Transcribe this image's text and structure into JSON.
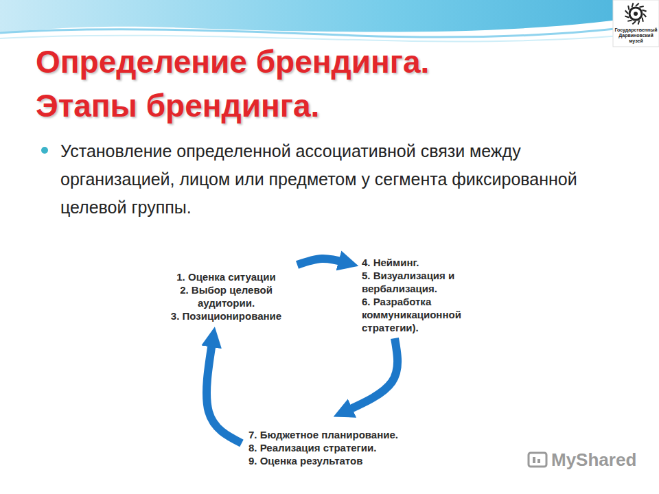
{
  "diagram": {
    "title": "Определение брендинга. Этапы брендинга.",
    "nodes": [
      {
        "text": [
          "1. Оценка ситуации",
          "2. Выбор целевой аудитории.",
          "3. Позиционирование"
        ]
      },
      {
        "text": [
          "4. Нейминг.",
          "5. Визуализация и вербализация.",
          "6. Разработка коммуникационной стратегии)."
        ]
      },
      {
        "text": [
          "7. Бюджетное планирование.",
          "8. Реализация стратегии.",
          "9. Оценка результатов"
        ]
      }
    ],
    "edges": [
      {
        "from": 0,
        "to": 1,
        "arrow": "to"
      },
      {
        "from": 1,
        "to": 2,
        "arrow": "to"
      },
      {
        "from": 2,
        "to": 0,
        "arrow": "to"
      }
    ],
    "labels": [
      "Установление определенной ассоциативной связи между организацией, лицом или предметом у сегмента фиксированной целевой группы.",
      "Государственный Дарвиновский музей",
      "MyShared"
    ]
  }
}
